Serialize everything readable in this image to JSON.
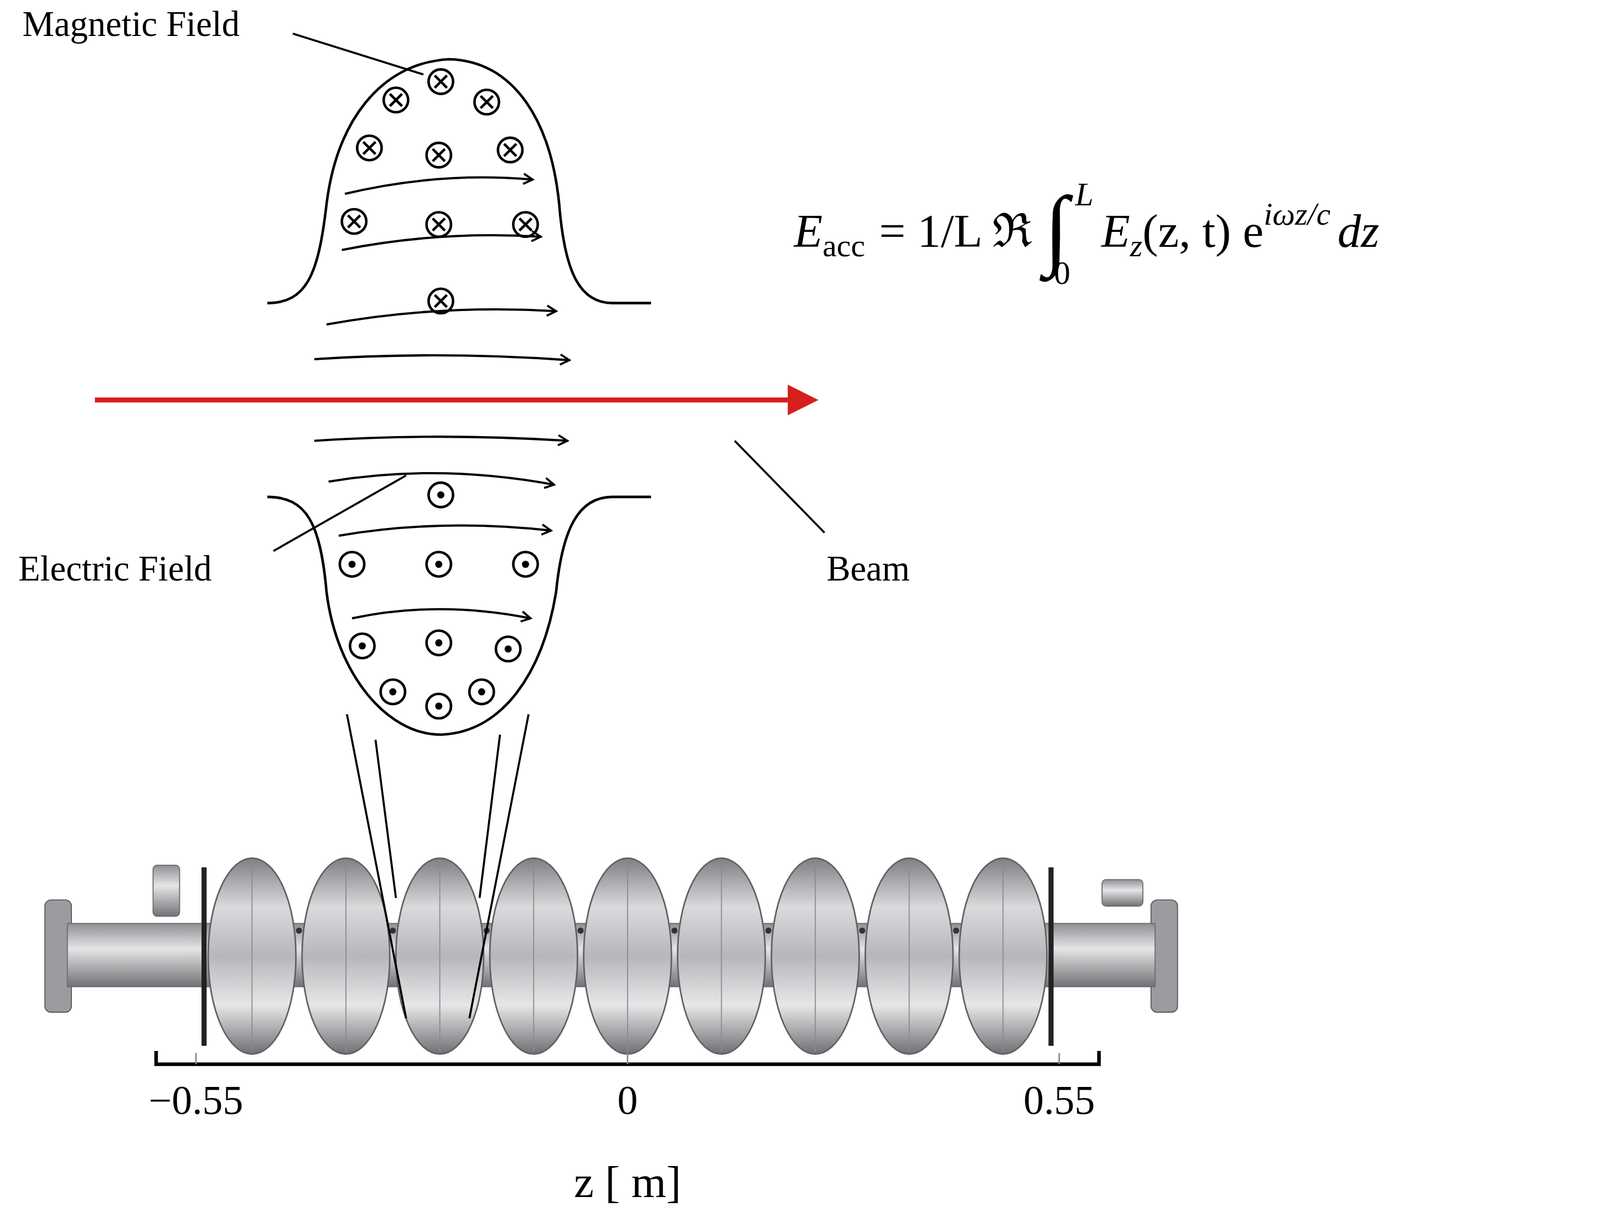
{
  "diagram": {
    "labels": [
      "Magnetic Field",
      "Electric Field",
      "Beam",
      "E",
      "acc",
      "= 1/L ℜ",
      "∫",
      "L",
      "0",
      "E",
      "z",
      "(z, t) e",
      "iωz/c",
      "dz",
      "−0.55",
      "0",
      "0.55",
      "z [ m]"
    ]
  }
}
